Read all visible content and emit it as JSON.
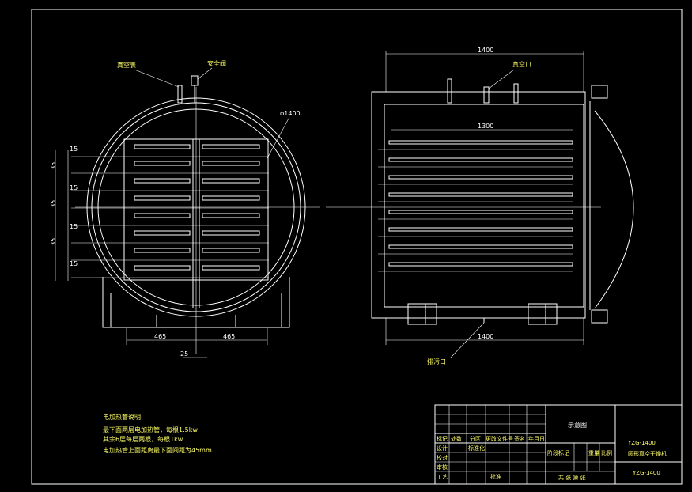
{
  "labels": {
    "vacuum_gauge": "真空表",
    "safety_valve": "安全阀",
    "vacuum_port": "真空口",
    "drain_port": "排污口",
    "diameter": "φ1400"
  },
  "front_dims": {
    "spacing_15": "15",
    "spacing_135": "135",
    "half_width": "465",
    "center_gap": "25"
  },
  "side_dims": {
    "top_length": "1400",
    "shelf_length": "1300",
    "bottom_length": "1400"
  },
  "notes": {
    "title": "电加热管说明:",
    "line1": "最下面两层电加热管，每根1.5kw",
    "line2": "其余6层每层两根，每根1kw",
    "line3": "电加热管上面距离最下面间距为45mm"
  },
  "title_block": {
    "drawing_name": "示意图",
    "product_line1": "YZG-1400",
    "product_line2": "圆形真空干燥机",
    "code": "YZG-1400",
    "row_headers": [
      "标记",
      "处数",
      "分区",
      "更改文件号",
      "签名",
      "年月日"
    ],
    "roles": [
      "设计",
      "校对",
      "审核",
      "工艺"
    ],
    "std": "标准化",
    "approve": "批准",
    "stage_mark": "阶段标记",
    "weight": "重量",
    "scale": "比例",
    "sheets": "共 张 第 张"
  }
}
